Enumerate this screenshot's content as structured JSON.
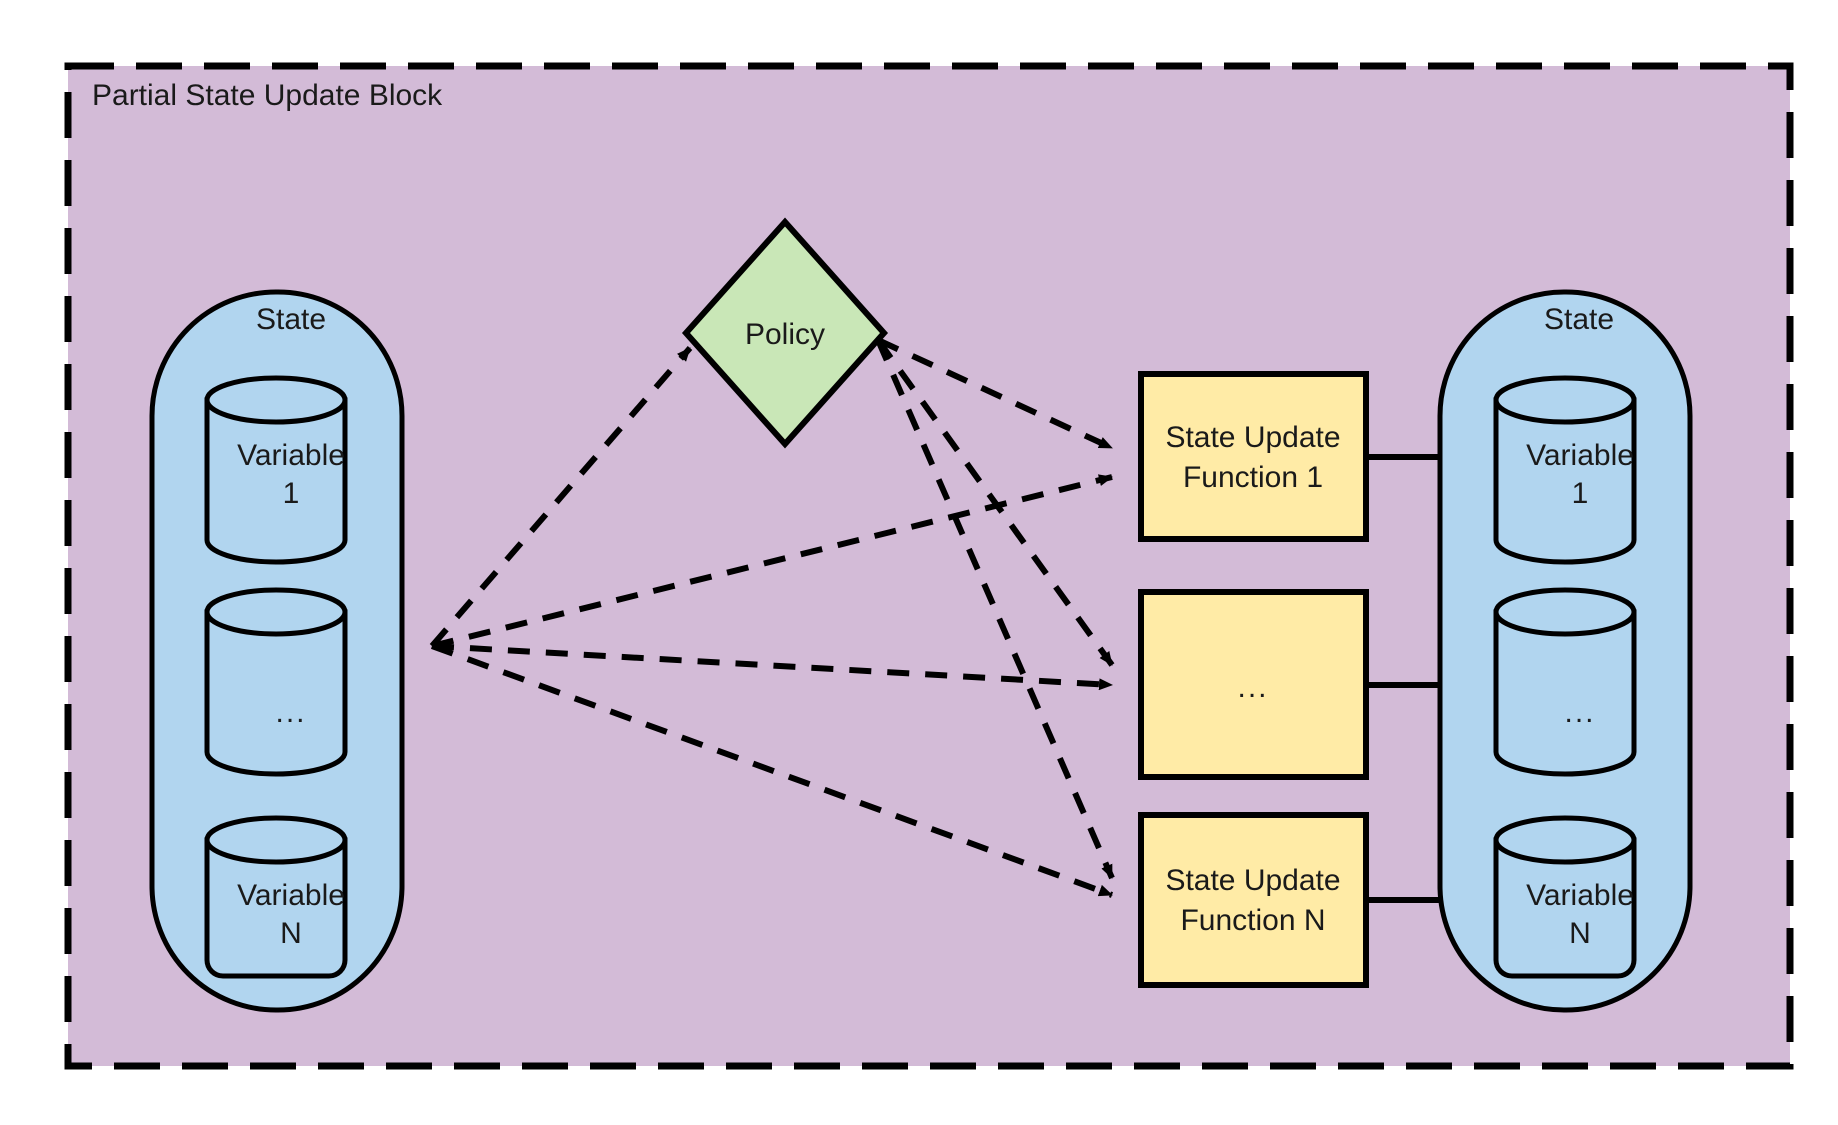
{
  "diagram": {
    "title": "Partial State Update Block",
    "type": "flow-diagram",
    "colors": {
      "block_fill": "#d3bbd7",
      "block_border": "#000000",
      "state_fill": "#b1d5ef",
      "policy_fill": "#c9e7b7",
      "function_fill": "#ffeba6",
      "stroke": "#000000",
      "text": "#1a1a1a"
    },
    "input_state": {
      "label": "State",
      "variables": [
        {
          "label_line1": "Variable",
          "label_line2": "1"
        },
        {
          "label_line1": "...",
          "label_line2": ""
        },
        {
          "label_line1": "Variable",
          "label_line2": "N"
        }
      ]
    },
    "policy": {
      "label": "Policy"
    },
    "functions": [
      {
        "label_line1": "State Update",
        "label_line2": "Function 1"
      },
      {
        "label_line1": "...",
        "label_line2": ""
      },
      {
        "label_line1": "State Update",
        "label_line2": "Function N"
      }
    ],
    "output_state": {
      "label": "State",
      "variables": [
        {
          "label_line1": "Variable",
          "label_line2": "1"
        },
        {
          "label_line1": "...",
          "label_line2": ""
        },
        {
          "label_line1": "Variable",
          "label_line2": "N"
        }
      ]
    },
    "edges": {
      "state_to_policy": "dashed",
      "state_to_functions": "dashed",
      "policy_to_functions": "dashed",
      "functions_to_state": "solid"
    }
  }
}
